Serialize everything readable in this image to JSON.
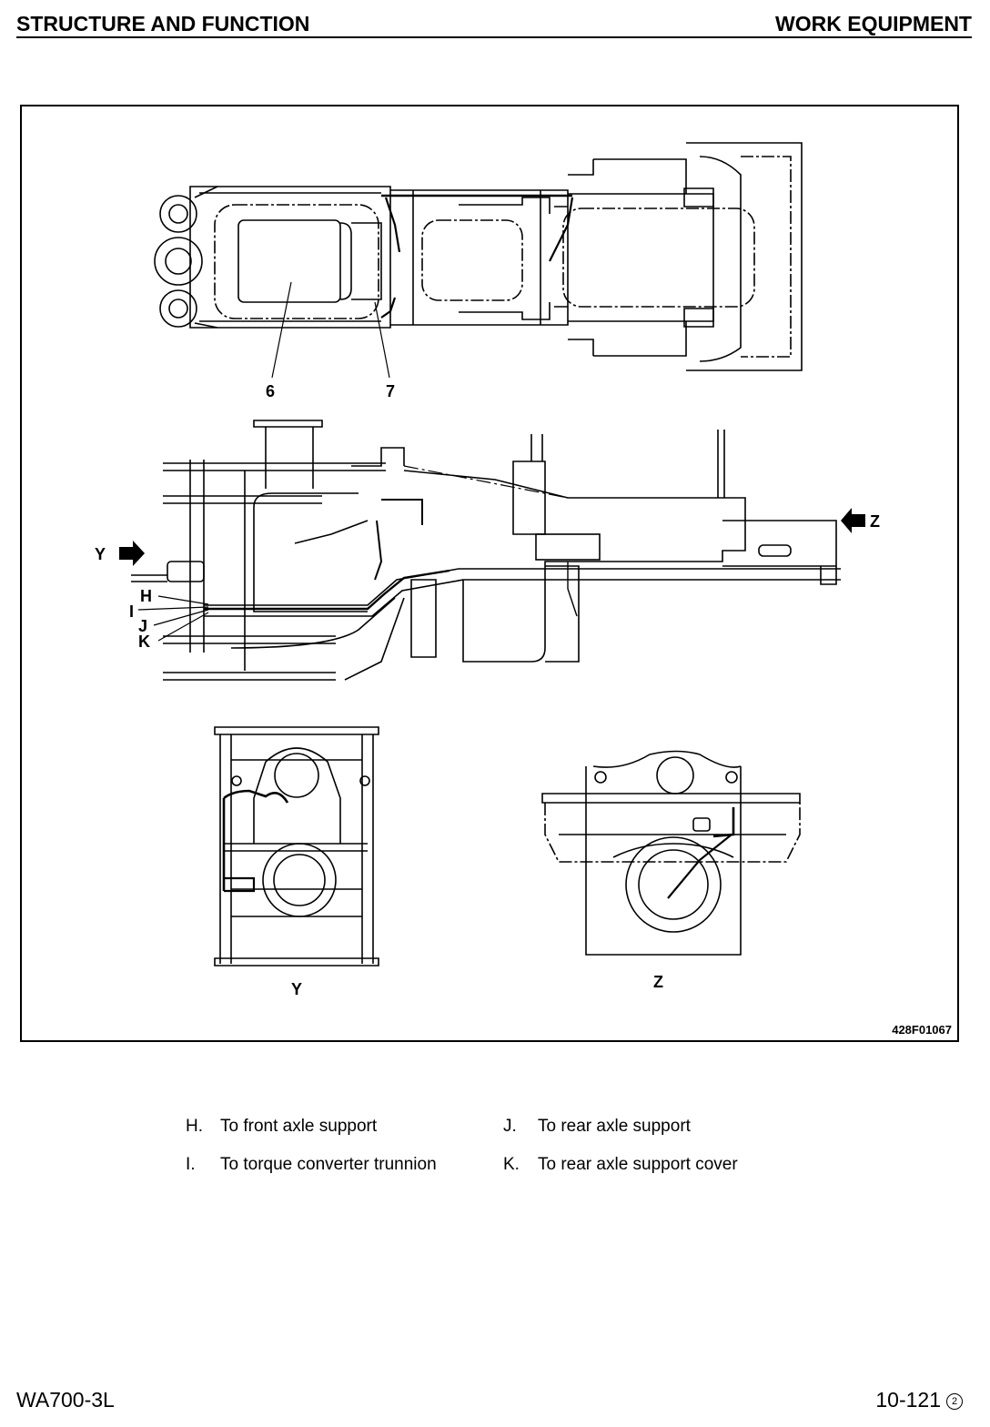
{
  "header": {
    "left": "STRUCTURE AND FUNCTION",
    "right": "WORK EQUIPMENT"
  },
  "figure": {
    "code": "428F01067",
    "callouts": {
      "c6": "6",
      "c7": "7",
      "cH": "H",
      "cI": "I",
      "cJ": "J",
      "cK": "K",
      "arrowY": "Y",
      "arrowZ": "Z",
      "viewY": "Y",
      "viewZ": "Z"
    }
  },
  "legend": [
    {
      "key": "H.",
      "text": "To front axle support"
    },
    {
      "key": "I.",
      "text": "To torque converter trunnion"
    },
    {
      "key": "J.",
      "text": "To rear axle support"
    },
    {
      "key": "K.",
      "text": "To rear axle support cover"
    }
  ],
  "footer": {
    "model": "WA700-3L",
    "page": "10-121",
    "revision": "2"
  }
}
